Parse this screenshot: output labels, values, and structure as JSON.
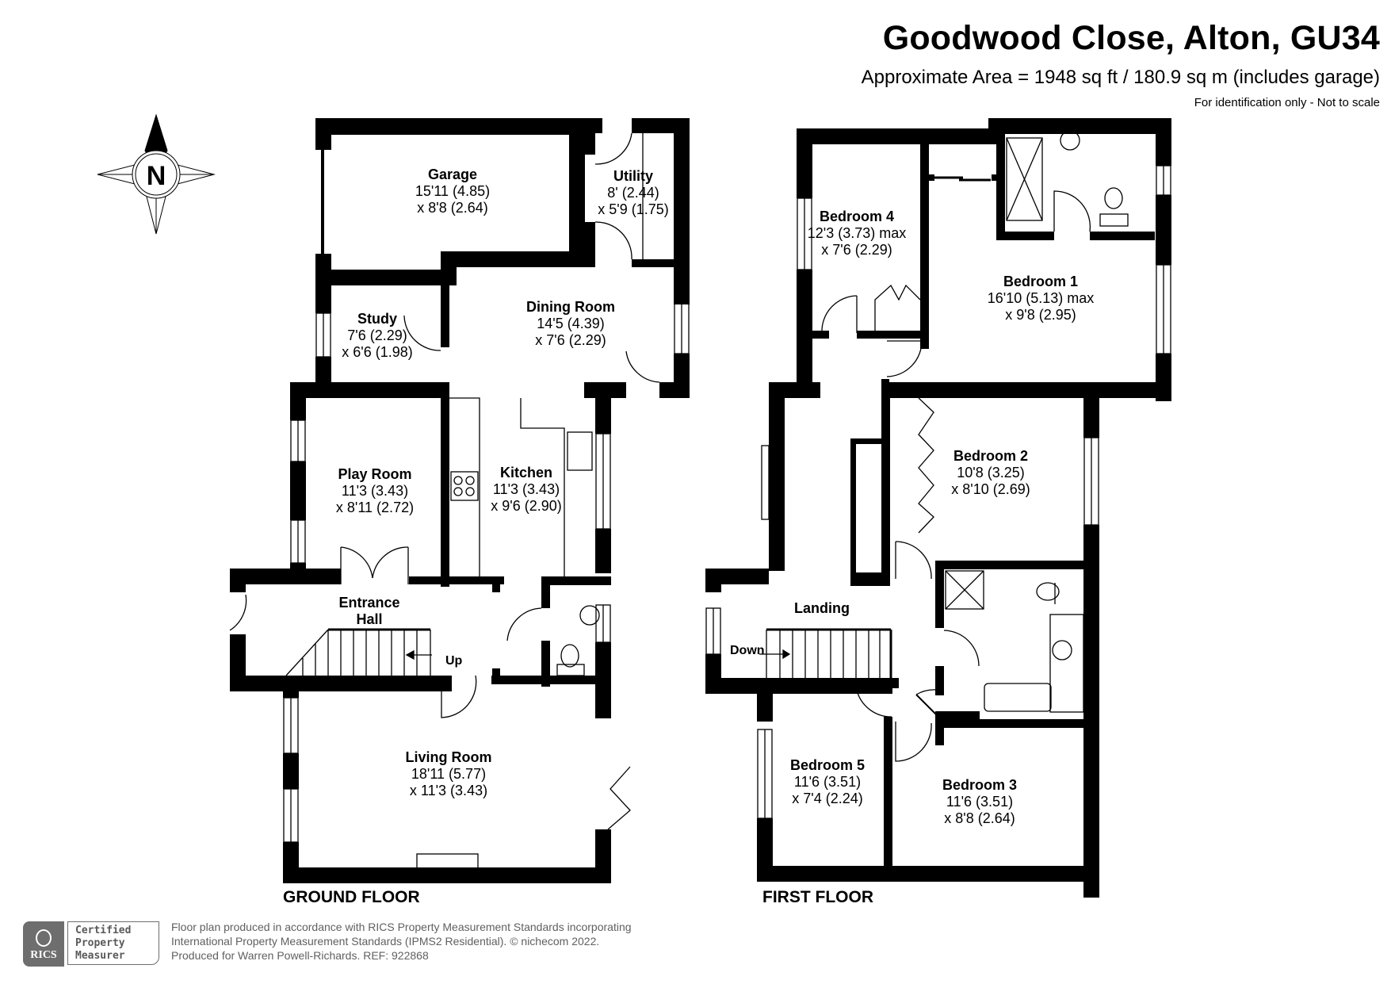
{
  "header": {
    "title": "Goodwood Close, Alton, GU34",
    "area": "Approximate Area = 1948 sq ft / 180.9 sq m (includes garage)",
    "disclaimer": "For identification only - Not to scale"
  },
  "compass": {
    "label": "N"
  },
  "ground_floor": {
    "label": "GROUND FLOOR",
    "stairs_label": "Up",
    "rooms": [
      {
        "name": "Garage",
        "dim1": "15'11 (4.85)",
        "dim2": "x 8'8 (2.64)"
      },
      {
        "name": "Utility",
        "dim1": "8' (2.44)",
        "dim2": "x 5'9 (1.75)"
      },
      {
        "name": "Study",
        "dim1": "7'6 (2.29)",
        "dim2": "x 6'6 (1.98)"
      },
      {
        "name": "Dining Room",
        "dim1": "14'5 (4.39)",
        "dim2": "x 7'6 (2.29)"
      },
      {
        "name": "Play Room",
        "dim1": "11'3 (3.43)",
        "dim2": "x 8'11 (2.72)"
      },
      {
        "name": "Kitchen",
        "dim1": "11'3 (3.43)",
        "dim2": "x 9'6 (2.90)"
      },
      {
        "name": "Entrance",
        "dim1": "Hall",
        "dim2": ""
      },
      {
        "name": "Living Room",
        "dim1": "18'11 (5.77)",
        "dim2": "x 11'3 (3.43)"
      }
    ]
  },
  "first_floor": {
    "label": "FIRST FLOOR",
    "stairs_label": "Down",
    "rooms": [
      {
        "name": "Bedroom 4",
        "dim1": "12'3 (3.73) max",
        "dim2": "x 7'6 (2.29)"
      },
      {
        "name": "Bedroom 1",
        "dim1": "16'10 (5.13) max",
        "dim2": "x 9'8 (2.95)"
      },
      {
        "name": "Bedroom 2",
        "dim1": "10'8 (3.25)",
        "dim2": "x 8'10 (2.69)"
      },
      {
        "name": "Landing",
        "dim1": "",
        "dim2": ""
      },
      {
        "name": "Bedroom 5",
        "dim1": "11'6 (3.51)",
        "dim2": "x 7'4 (2.24)"
      },
      {
        "name": "Bedroom 3",
        "dim1": "11'6 (3.51)",
        "dim2": "x 8'8 (2.64)"
      }
    ]
  },
  "footer": {
    "rics_logo": "RICS",
    "cert_lines": [
      "Certified",
      "Property",
      "Measurer"
    ],
    "lines": [
      "Floor plan produced in accordance with RICS Property Measurement Standards incorporating",
      "International Property Measurement Standards (IPMS2 Residential).   © nichecom 2022.",
      "Produced for Warren Powell-Richards.   REF:  922868"
    ]
  },
  "colors": {
    "wall": "#000000",
    "background": "#ffffff",
    "badge_gray": "#6e6e6e",
    "footer_text": "#606060"
  }
}
